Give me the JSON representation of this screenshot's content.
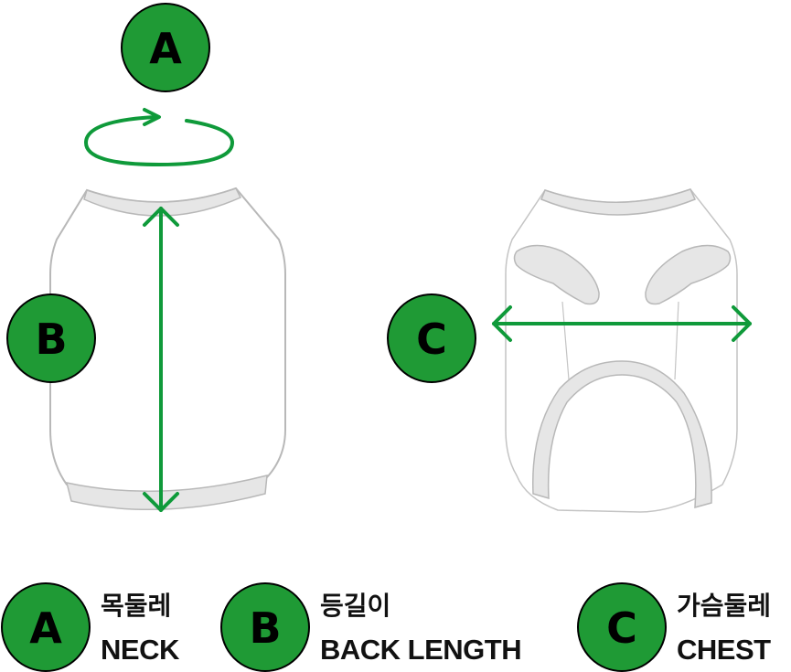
{
  "colors": {
    "accent_green": "#0f9a3a",
    "badge_fill": "#1f9a35",
    "outline_gray": "#b8b8b8",
    "band_gray": "#e6e6e6",
    "text": "#111111"
  },
  "badges": {
    "neck": "A",
    "back": "B",
    "chest": "C"
  },
  "legend": [
    {
      "letter": "A",
      "korean": "목둘레",
      "english": "NECK"
    },
    {
      "letter": "B",
      "korean": "등길이",
      "english": "BACK LENGTH"
    },
    {
      "letter": "C",
      "korean": "가슴둘레",
      "english": "CHEST"
    }
  ]
}
